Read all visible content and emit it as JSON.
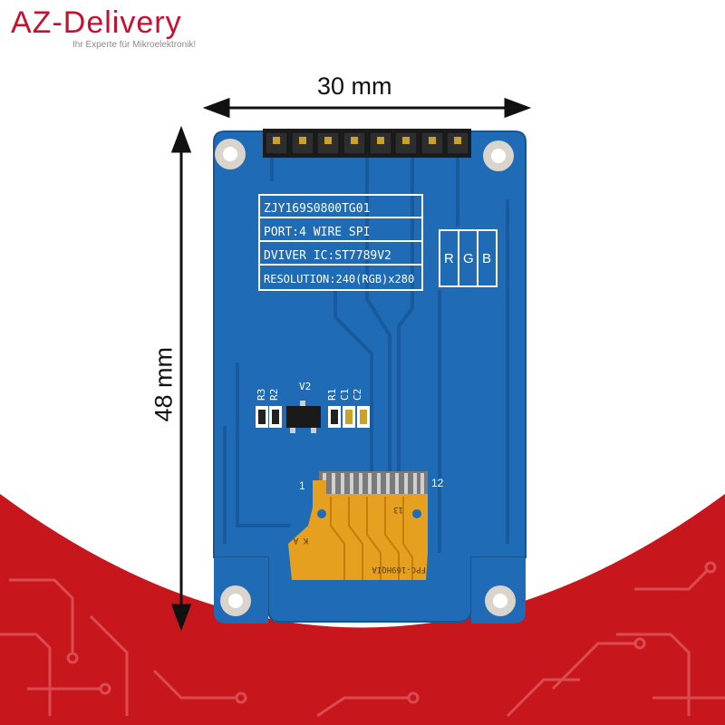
{
  "brand": {
    "name": "AZ-Delivery",
    "tagline": "Ihr Experte für Mikroelektronik!",
    "color": "#c8102e"
  },
  "dimensions": {
    "width": "30 mm",
    "height": "48 mm"
  },
  "board": {
    "color": "#1f6bb5",
    "labels": {
      "model": "ZJY169S0800TG01",
      "port": "PORT:4 WIRE SPI",
      "driver": "DVIVER IC:ST7789V2",
      "resolution": "RESOLUTION:240(RGB)x280"
    },
    "rgb": [
      "R",
      "G",
      "B"
    ],
    "components": [
      "R3",
      "R2",
      "V2",
      "R1",
      "C1",
      "C2"
    ],
    "connector": {
      "pin_first": "1",
      "pin_last": "12",
      "fpc_code": "FPC-169HQIA",
      "fpc_mark": "13",
      "side_marks": "K A"
    }
  },
  "background_accent": "#c8161d"
}
